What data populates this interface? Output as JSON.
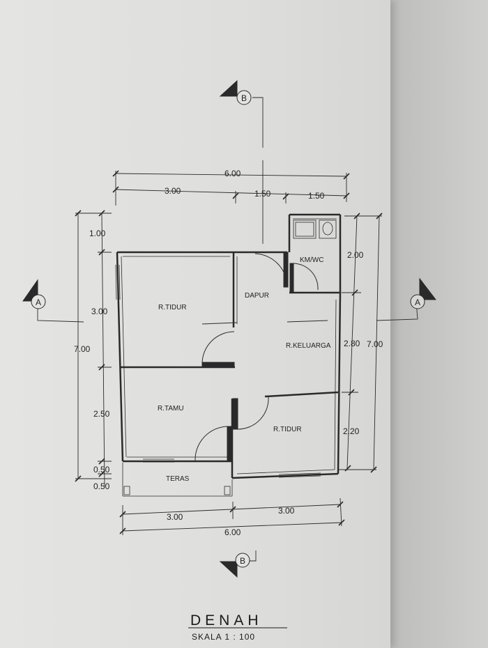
{
  "rooms": {
    "bedroom_1": "R.TIDUR",
    "kitchen": "DAPUR",
    "bathroom": "KM/WC",
    "family_room": "R.KELUARGA",
    "living_room": "R.TAMU",
    "bedroom_2": "R.TIDUR",
    "terrace": "TERAS"
  },
  "dimensions": {
    "top_total": "6.00",
    "top_left": "3.00",
    "top_mid": "1.50",
    "top_right": "1.50",
    "left_total": "7.00",
    "left_1": "1.00",
    "left_2": "3.00",
    "left_3": "2.50",
    "left_4": "0.50",
    "left_5": "0.50",
    "right_1": "2.00",
    "right_2": "2.80",
    "right_3": "2.20",
    "right_total": "7.00",
    "bottom_left": "3.00",
    "bottom_right": "3.00",
    "bottom_total": "6.00"
  },
  "section_marks": {
    "a": "A",
    "b": "B"
  },
  "title": "DENAH",
  "scale": "SKALA 1 : 100"
}
